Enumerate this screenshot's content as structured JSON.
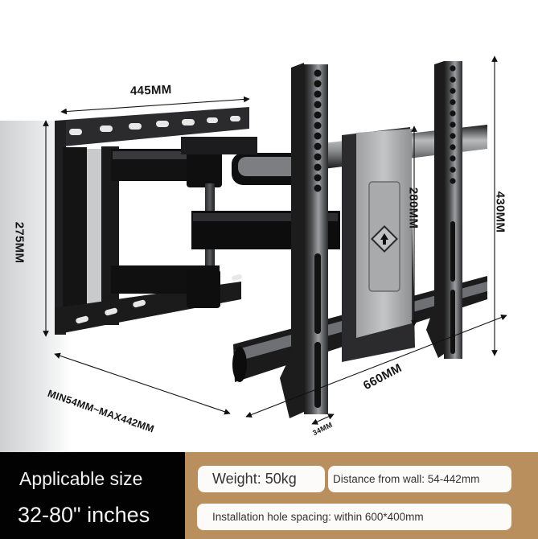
{
  "product": {
    "type": "Full-motion TV wall mount bracket",
    "dimensions": {
      "wall_plate_width": "445MM",
      "wall_plate_height": "275MM",
      "tv_plate_inner_height": "280MM",
      "tv_bracket_height": "430MM",
      "tv_bracket_width": "660MM",
      "extension_range": "MIN54MM~MAX442MM",
      "bracket_strip_width": "34MM"
    }
  },
  "info_bar": {
    "applicable_size_title": "Applicable size",
    "applicable_size_range": "32-80\" inches",
    "specs": {
      "weight": "Weight: 50kg",
      "distance_from_wall": "Distance from wall: 54-442mm",
      "hole_spacing": "Installation hole spacing: within 600*400mm"
    }
  },
  "colors": {
    "size_panel_bg": "#020202",
    "spec_panel_bg": "#b98f5e",
    "pill_bg": "#fcfbf9",
    "text_light": "#f4f4f4",
    "text_dark": "#333333"
  }
}
